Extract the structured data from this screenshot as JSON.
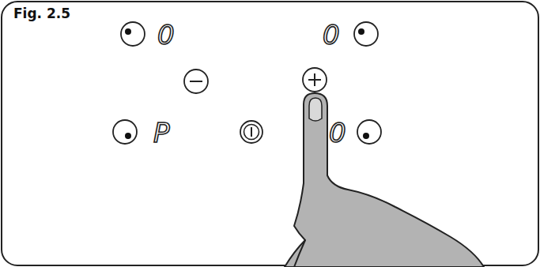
{
  "diagram": {
    "labels": [
      "Fig. 2.5",
      "0",
      "0",
      "P",
      "0"
    ]
  }
}
